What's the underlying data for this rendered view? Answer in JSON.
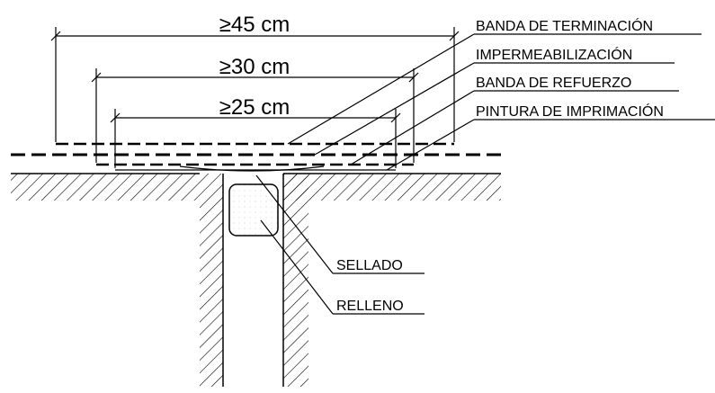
{
  "dimensions": {
    "outer": "≥45 cm",
    "middle": "≥30 cm",
    "inner": "≥25 cm"
  },
  "callouts": {
    "banda_terminacion": "BANDA DE TERMINACIÓN",
    "impermeabilizacion": "IMPERMEABILIZACIÓN",
    "banda_refuerzo": "BANDA DE REFUERZO",
    "pintura_imprimacion": "PINTURA DE IMPRIMACIÓN",
    "sellado": "SELLADO",
    "relleno": "RELLENO"
  },
  "colors": {
    "line": "#000000",
    "background": "#ffffff"
  }
}
